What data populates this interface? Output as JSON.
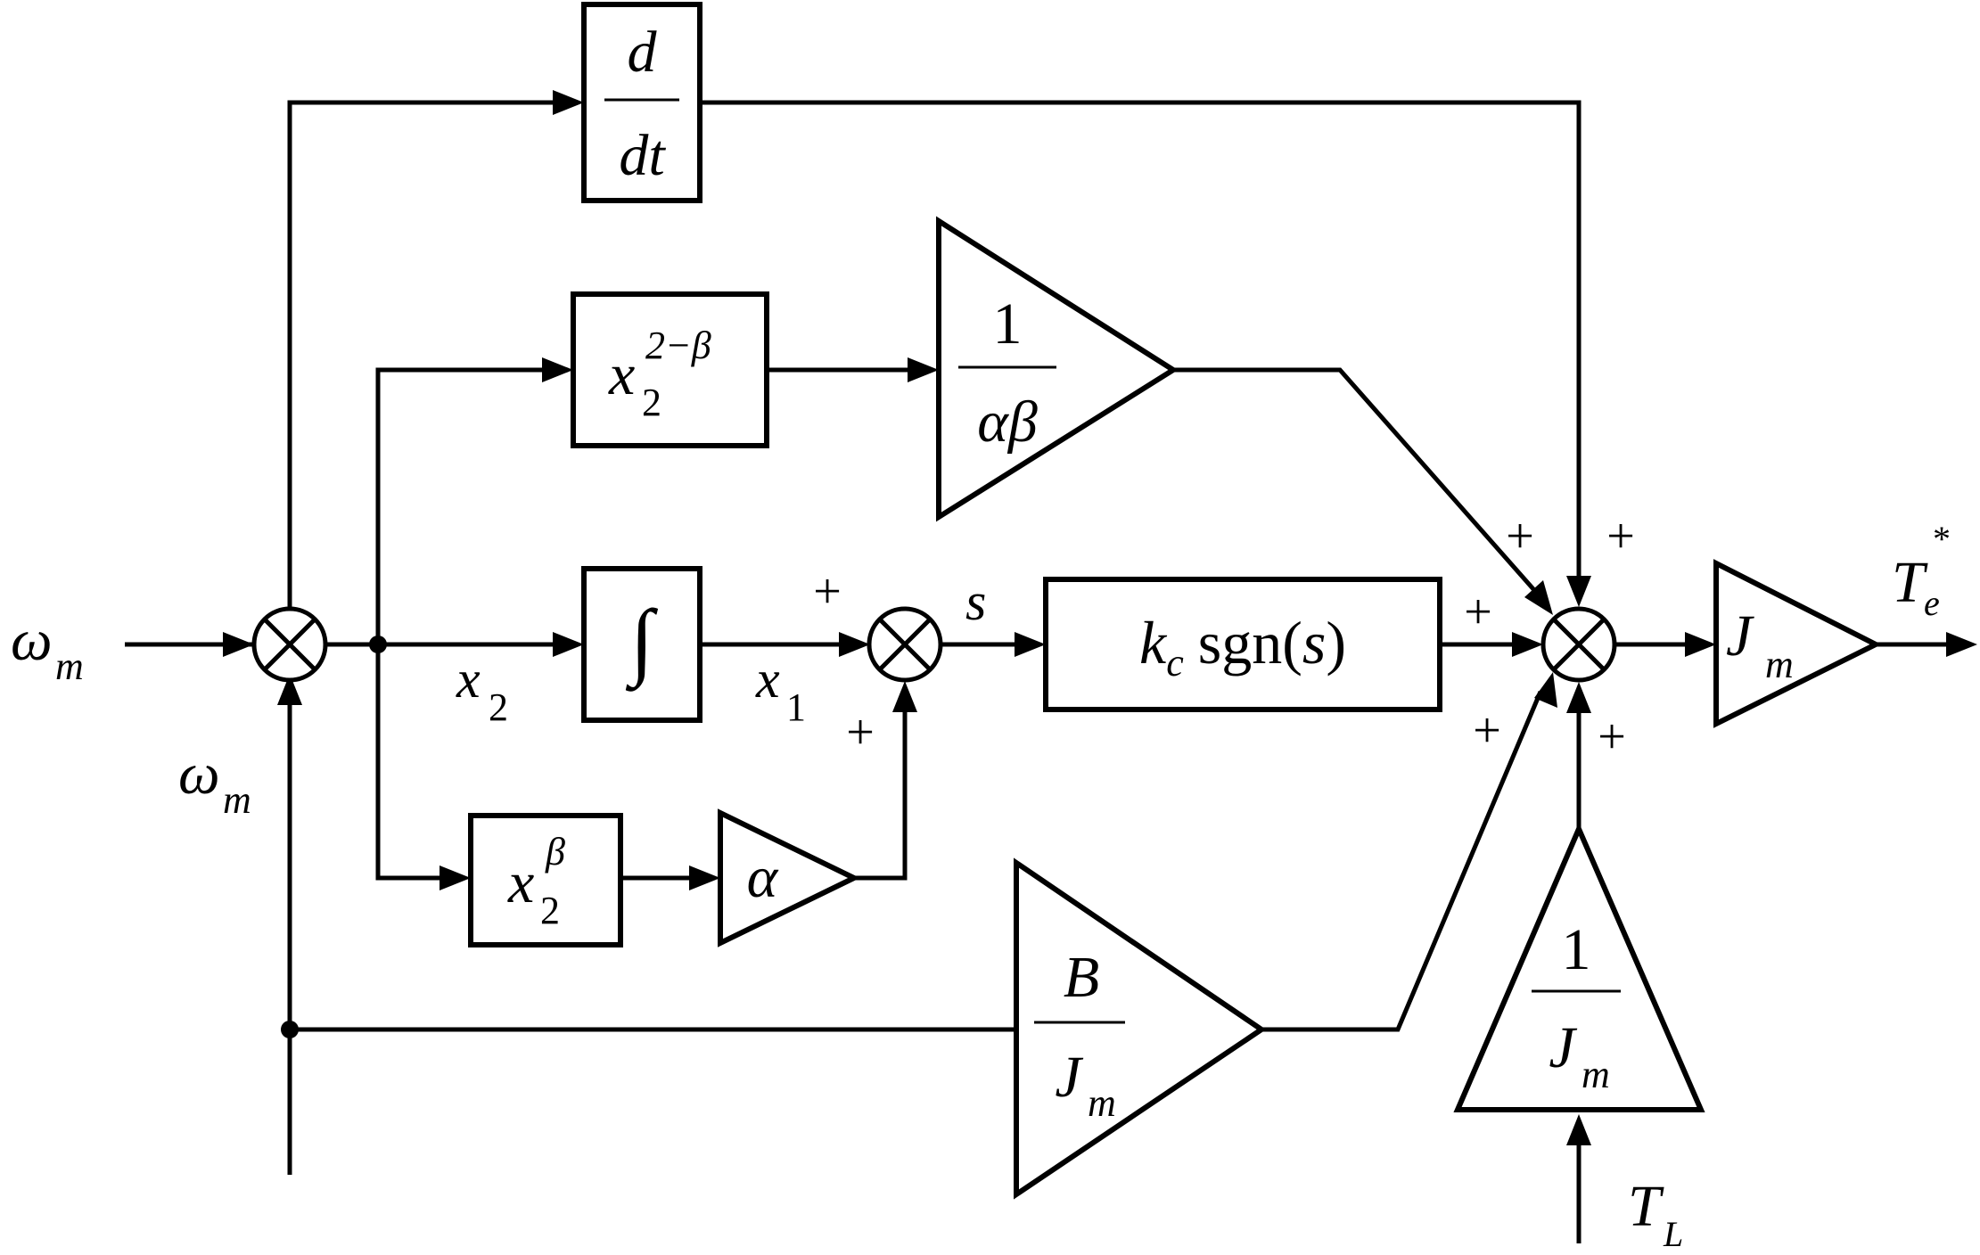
{
  "signals": {
    "input": "ω",
    "input_sub": "m",
    "feedback": "ω",
    "feedback_sub": "m",
    "x2": "x",
    "x2_sub": "2",
    "x1": "x",
    "x1_sub": "1",
    "s": "s",
    "output": "T",
    "output_sub": "e",
    "output_sup": "*",
    "load": "T",
    "load_sub": "L"
  },
  "blocks": {
    "derivative": {
      "num": "d",
      "den": "dt"
    },
    "power_2_minus_beta": {
      "base": "x",
      "sub": "2",
      "exp": "2−β"
    },
    "gain_inv_alpha_beta": {
      "num": "1",
      "den": "αβ"
    },
    "integrator": {
      "symbol": "∫"
    },
    "sign": {
      "coef": "k",
      "coef_sub": "c",
      "func": "sgn(",
      "arg": "s",
      "close": ")"
    },
    "output_gain": {
      "base": "J",
      "sub": "m"
    },
    "power_beta": {
      "base": "x",
      "sub": "2",
      "exp": "β"
    },
    "gain_alpha": {
      "label": "α"
    },
    "gain_b_over_j": {
      "num": "B",
      "den": "J",
      "den_sub": "m"
    },
    "gain_inv_j": {
      "num": "1",
      "den": "J",
      "den_sub": "m"
    }
  },
  "signs": {
    "s2_top": "+",
    "s2_bottom": "+",
    "s3_a": "+",
    "s3_b": "+",
    "s3_c": "+",
    "s3_d": "+",
    "s3_e": "+"
  }
}
